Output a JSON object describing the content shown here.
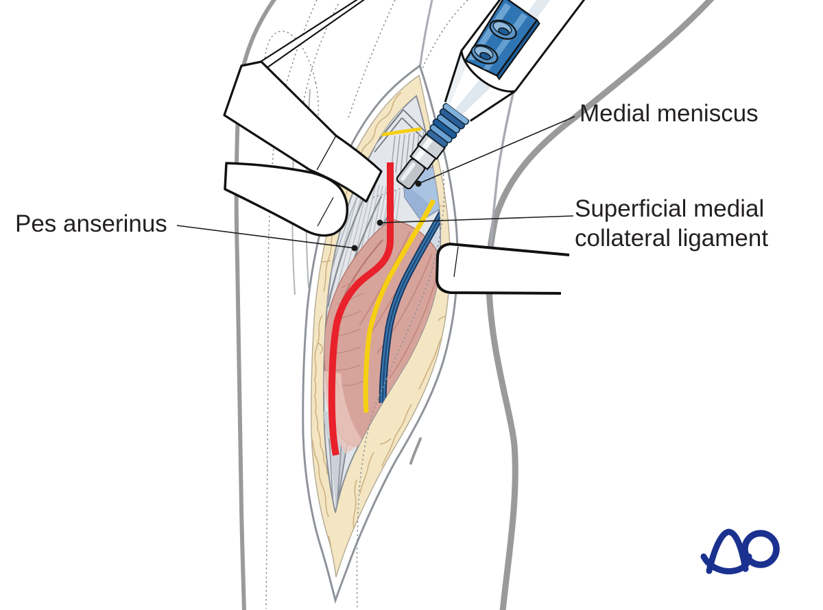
{
  "figure": {
    "type": "medical-illustration",
    "subject": "medial-approach-knee-with-meniscus-shaver",
    "annotations": {
      "medial_meniscus": "Medial meniscus",
      "smcl_line1": "Superficial medial",
      "smcl_line2": "collateral ligament",
      "pes_anserinus": "Pes anserinus"
    },
    "logo_text": "AO",
    "colors": {
      "vessel_red": "#e8212b",
      "nerve_yellow": "#f6cf12",
      "vein_blue": "#3b77ad",
      "vein_blue_dark": "#16365f",
      "meniscus_blue": "#a9c3e3",
      "fat_cream": "#f4e6c2",
      "fat_squiggle": "#cdb183",
      "muscle_pink": "#d7a49c",
      "muscle_stripe": "#bf8279",
      "instrument_blue": "#2f75b3",
      "instrument_blue_light": "#6ba3d3",
      "instrument_blue_dark": "#1e5c97",
      "outline_gray": "#9a9a9a",
      "label_text": "#231f20",
      "logo_blue": "#1a318f"
    }
  }
}
